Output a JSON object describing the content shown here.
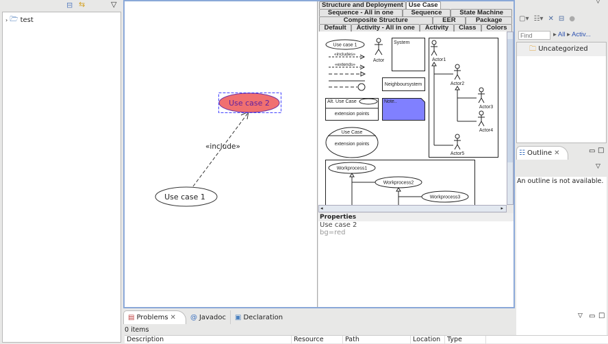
{
  "explorer": {
    "tree": [
      {
        "label": "test",
        "icon": "project-folder-icon"
      }
    ]
  },
  "editor": {
    "diagram": {
      "use_case_1": "Use case 1",
      "use_case_2": "Use case 2",
      "relation_label": "«include»",
      "use_case_2_fill": "#f07070",
      "selection_color": "#4040ff"
    },
    "palette_tabs": {
      "row1": [
        "Structure and Deployment",
        "Use Case"
      ],
      "row2": [
        "Sequence - All in one",
        "Sequence",
        "State Machine"
      ],
      "row3": [
        "Composite Structure",
        "EER",
        "Package"
      ],
      "row4": [
        "Default",
        "Activity - All in one",
        "Activity",
        "Class",
        "Colors"
      ]
    },
    "palette": {
      "use_case_1": "Use case 1",
      "includes": "«includes»",
      "extends": "«extends»",
      "actor": "Actor",
      "system": "System",
      "neighbour": "Neighboursystem",
      "alt_use_case": "Alt. Use Case",
      "extension_points": "extension points",
      "note": "Note..",
      "note_color": "#8080ff",
      "use_case": "Use Case",
      "extension_points_2": "extension points",
      "actors": [
        "Actor1",
        "Actor2",
        "Actor3",
        "Actor4",
        "Actor5"
      ],
      "workprocesses": [
        "Workprocess1",
        "Workprocess2",
        "Workprocess3"
      ]
    },
    "properties": {
      "title": "Properties",
      "line1": "Use case 2",
      "line2": "bg=red"
    }
  },
  "tasks": {
    "find_placeholder": "Find",
    "all": "All",
    "activ": "Activ...",
    "category": "Uncategorized"
  },
  "outline": {
    "tab": "Outline",
    "message": "An outline is not available."
  },
  "bottom": {
    "tabs": [
      "Problems",
      "Javadoc",
      "Declaration"
    ],
    "count": "0 items",
    "columns": [
      "Description",
      "Resource",
      "Path",
      "Location",
      "Type"
    ]
  }
}
